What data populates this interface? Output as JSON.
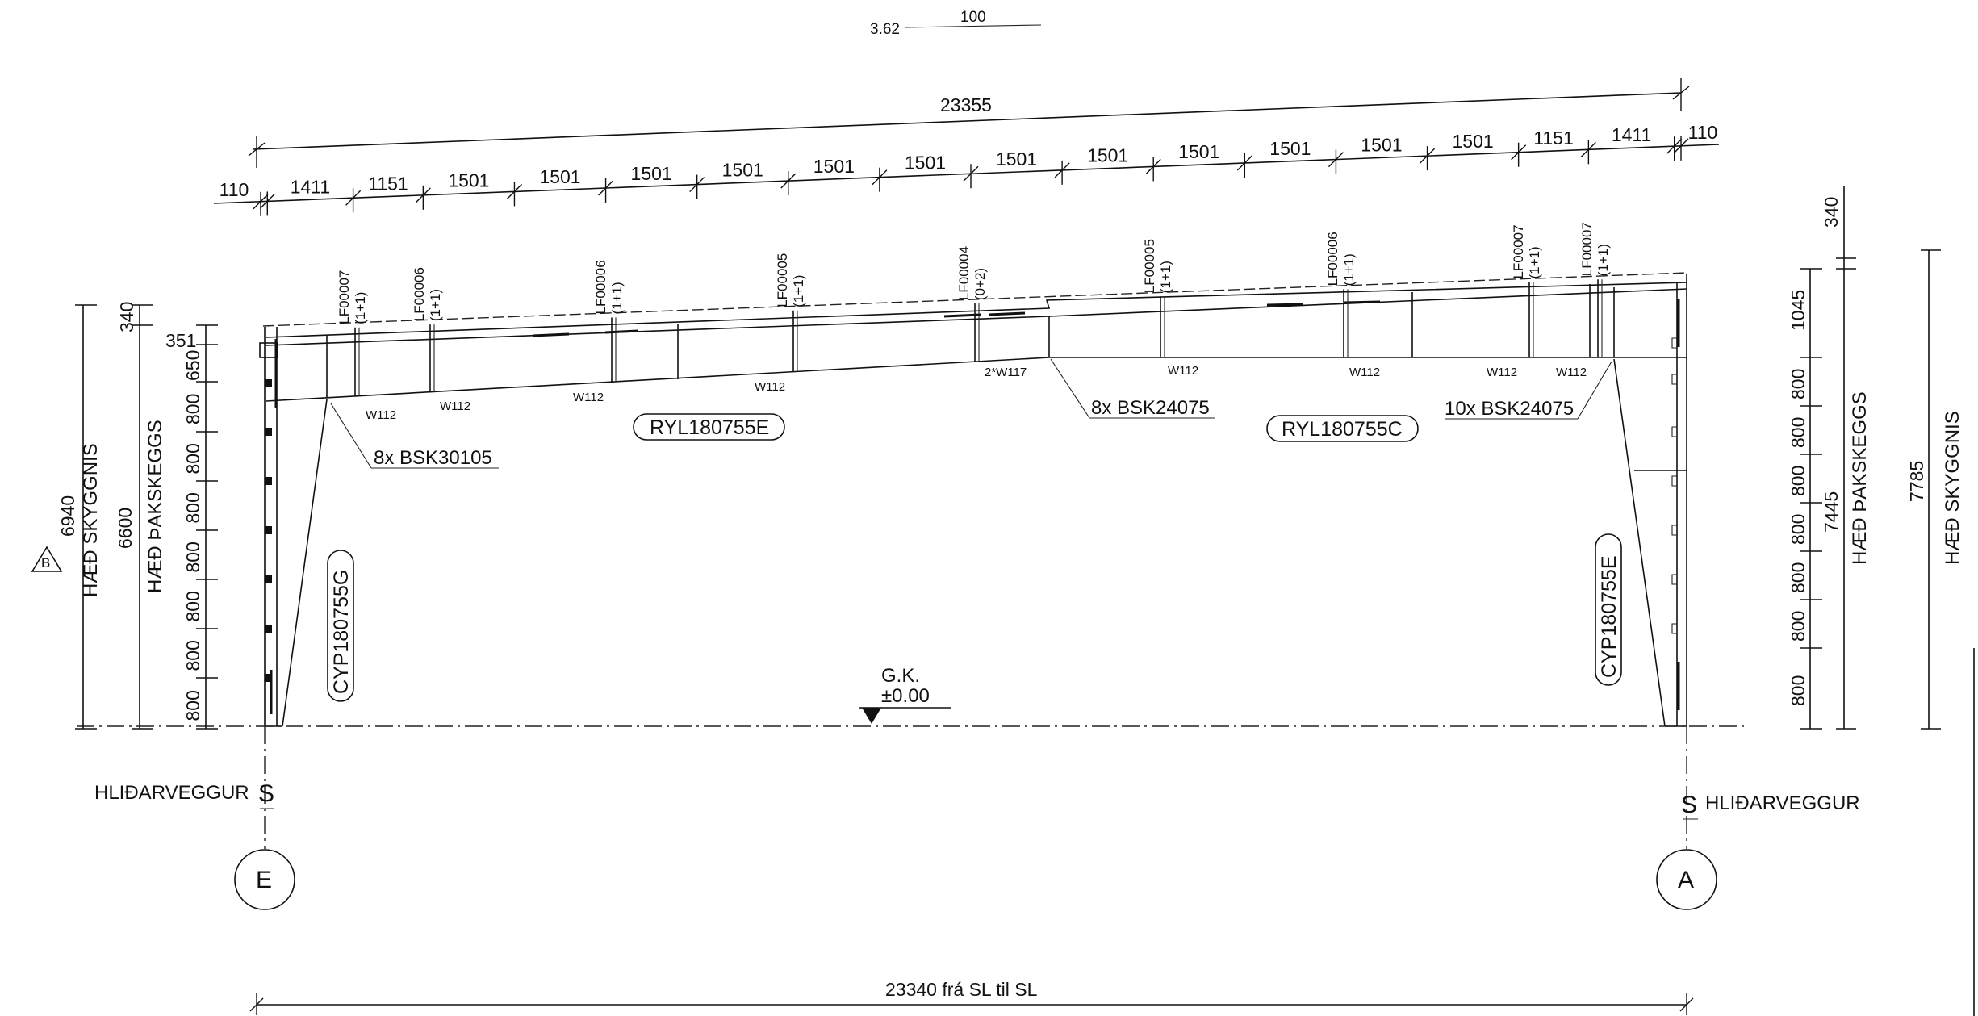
{
  "scale_note": {
    "left": "3.62",
    "right": "100"
  },
  "overall_dimension": "23355",
  "top_dimensions": [
    "110",
    "1411",
    "1151",
    "1501",
    "1501",
    "1501",
    "1501",
    "1501",
    "1501",
    "1501",
    "1501",
    "1501",
    "1501",
    "1501",
    "1501",
    "1151",
    "1411",
    "110"
  ],
  "left_dims": {
    "hæð_skyggnis_value": "6940",
    "hæð_skyggnis_label": "HÆÐ SKYGGNIS",
    "hæð_skyggnis_top": "340",
    "hæð_þakskeggs_value": "6600",
    "hæð_þakskeggs_label": "HÆÐ ÞAKSKEGGS",
    "chain": [
      "351",
      "650",
      "800",
      "800",
      "800",
      "800",
      "800",
      "800",
      "800"
    ],
    "revision": "B"
  },
  "right_dims": {
    "chain": [
      "1045",
      "800",
      "800",
      "800",
      "800",
      "800",
      "800",
      "800"
    ],
    "hæð_þakskeggs_value": "7445",
    "hæð_þakskeggs_label": "HÆÐ ÞAKSKEGGS",
    "hæð_skyggnis_value": "7785",
    "hæð_skyggnis_label": "HÆÐ SKYGGNIS",
    "top": "340"
  },
  "purlins": [
    {
      "code": "LF00007",
      "qty": "(1+1)"
    },
    {
      "code": "LF00006",
      "qty": "(1+1)"
    },
    {
      "code": "LF00006",
      "qty": "(1+1)"
    },
    {
      "code": "LF00005",
      "qty": "(1+1)"
    },
    {
      "code": "LF00004",
      "qty": "(0+2)"
    },
    {
      "code": "LF00005",
      "qty": "(1+1)"
    },
    {
      "code": "LF00006",
      "qty": "(1+1)"
    },
    {
      "code": "LF00007",
      "qty": "(1+1)"
    },
    {
      "code": "LF00007",
      "qty": "(1+1)"
    }
  ],
  "welds": [
    "W112",
    "W112",
    "W112",
    "W112",
    "2*W117",
    "W112",
    "W112",
    "W112",
    "W112"
  ],
  "members": {
    "rafter_left": "RYL180755E",
    "rafter_right": "RYL180755C",
    "column_left": "CYP180755G",
    "column_right": "CYP180755E"
  },
  "bolts": {
    "left": "8x BSK30105",
    "middle": "8x BSK24075",
    "right": "10x BSK24075"
  },
  "ground": {
    "label": "G.K.",
    "level": "±0.00"
  },
  "walls": {
    "left": "HLIÐARVEGGUR",
    "right": "HLIÐARVEGGUR"
  },
  "gridlines": {
    "left": "E",
    "right": "A"
  },
  "span_dimension": "23340 frá SL til SL"
}
